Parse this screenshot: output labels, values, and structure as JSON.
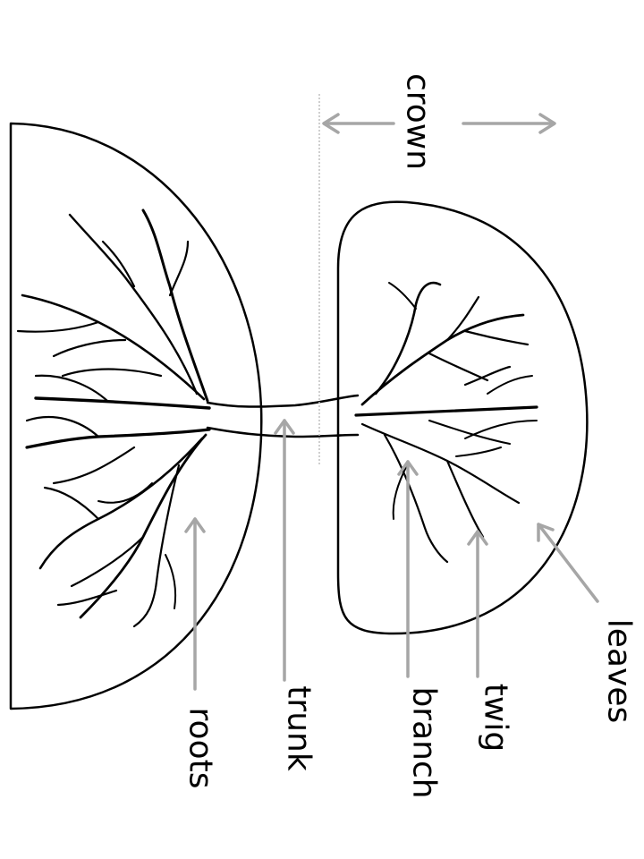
{
  "labels": {
    "crown": "crown",
    "leaves": "leaves",
    "twig": "twig",
    "branch": "branch",
    "trunk": "trunk",
    "roots": "roots"
  },
  "colors": {
    "line": "#000000",
    "arrow": "#a6a6a6",
    "divider": "#bfbfbf",
    "background": "#ffffff"
  }
}
